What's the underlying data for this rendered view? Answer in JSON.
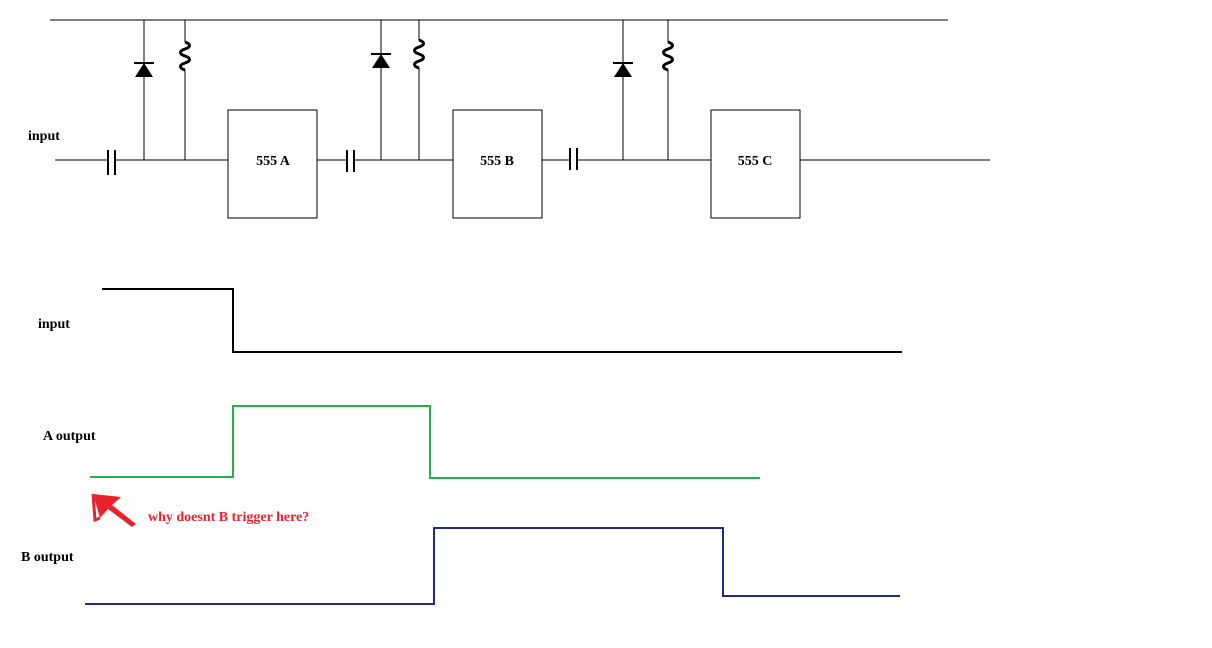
{
  "circuit": {
    "input_label": "input",
    "stages": [
      {
        "chip_label": "555 A"
      },
      {
        "chip_label": "555 B"
      },
      {
        "chip_label": "555 C"
      }
    ]
  },
  "waveforms": {
    "input_label": "input",
    "a_output_label": "A output",
    "b_output_label": "B output"
  },
  "annotation": {
    "text": "why doesnt B trigger here?",
    "color": "#e8232b"
  },
  "colors": {
    "input_trace": "#000000",
    "a_trace": "#22b14c",
    "b_trace": "#1f2a8c"
  }
}
